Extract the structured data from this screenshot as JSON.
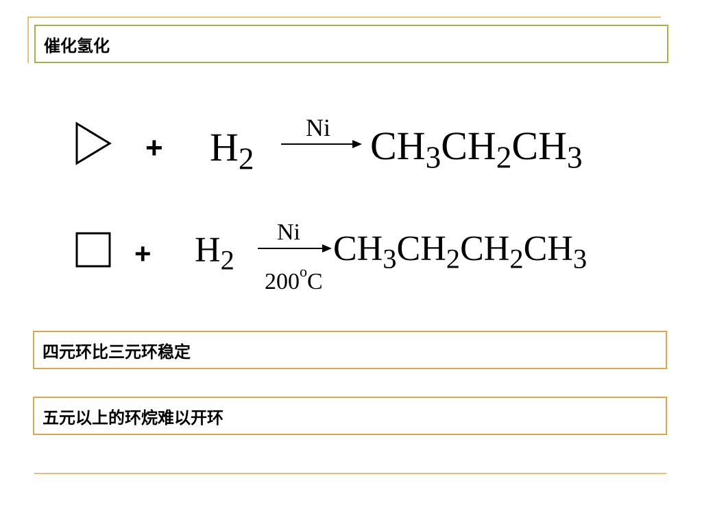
{
  "slide": {
    "title": "催化氢化",
    "note_four_ring": "四元环比三元环稳定",
    "note_five_ring": "五元以上的环烷难以开环"
  },
  "reaction1": {
    "reactant_icon": "cyclopropane-triangle-icon",
    "plus": "+",
    "reagent": "H",
    "reagent_sub": "2",
    "catalyst": "Ni",
    "product": [
      {
        "t": "CH",
        "s": "3"
      },
      {
        "t": "CH",
        "s": "2"
      },
      {
        "t": "CH",
        "s": "3"
      }
    ]
  },
  "reaction2": {
    "reactant_icon": "cyclobutane-square-icon",
    "plus": "+",
    "reagent": "H",
    "reagent_sub": "2",
    "catalyst": "Ni",
    "temperature_value": "200",
    "temperature_degree": "o",
    "temperature_unit": "C",
    "product": [
      {
        "t": "CH",
        "s": "3"
      },
      {
        "t": "CH",
        "s": "2"
      },
      {
        "t": "CH",
        "s": "2"
      },
      {
        "t": "CH",
        "s": "3"
      }
    ]
  },
  "colors": {
    "decor_line": "#e2c477",
    "title_border": "#a9b04a",
    "note_border": "#d8a944"
  }
}
